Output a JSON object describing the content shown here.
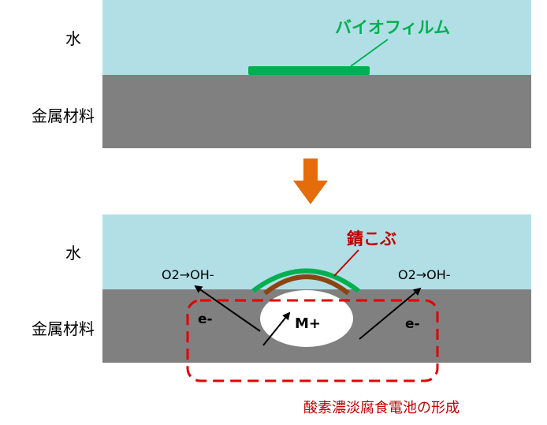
{
  "top_panel": {
    "water_label": "水",
    "metal_label": "金属材料",
    "biofilm_label": "バイオフィルム"
  },
  "bottom_panel": {
    "water_label": "水",
    "metal_label": "金属材料",
    "rust_label": "錆こぶ",
    "left_reaction": "O2→OH-",
    "right_reaction": "O2→OH-",
    "left_electron": "e-",
    "right_electron": "e-",
    "ion_label": "M+",
    "cell_label": "酸素濃淡腐食電池の形成"
  },
  "colors": {
    "water": "#b2dfe6",
    "metal": "#808080",
    "biofilm": "#00b050",
    "rust": "#8b4513",
    "arrow": "#e46c0a",
    "cell_outline": "#e00000",
    "label_red": "#c00000"
  }
}
